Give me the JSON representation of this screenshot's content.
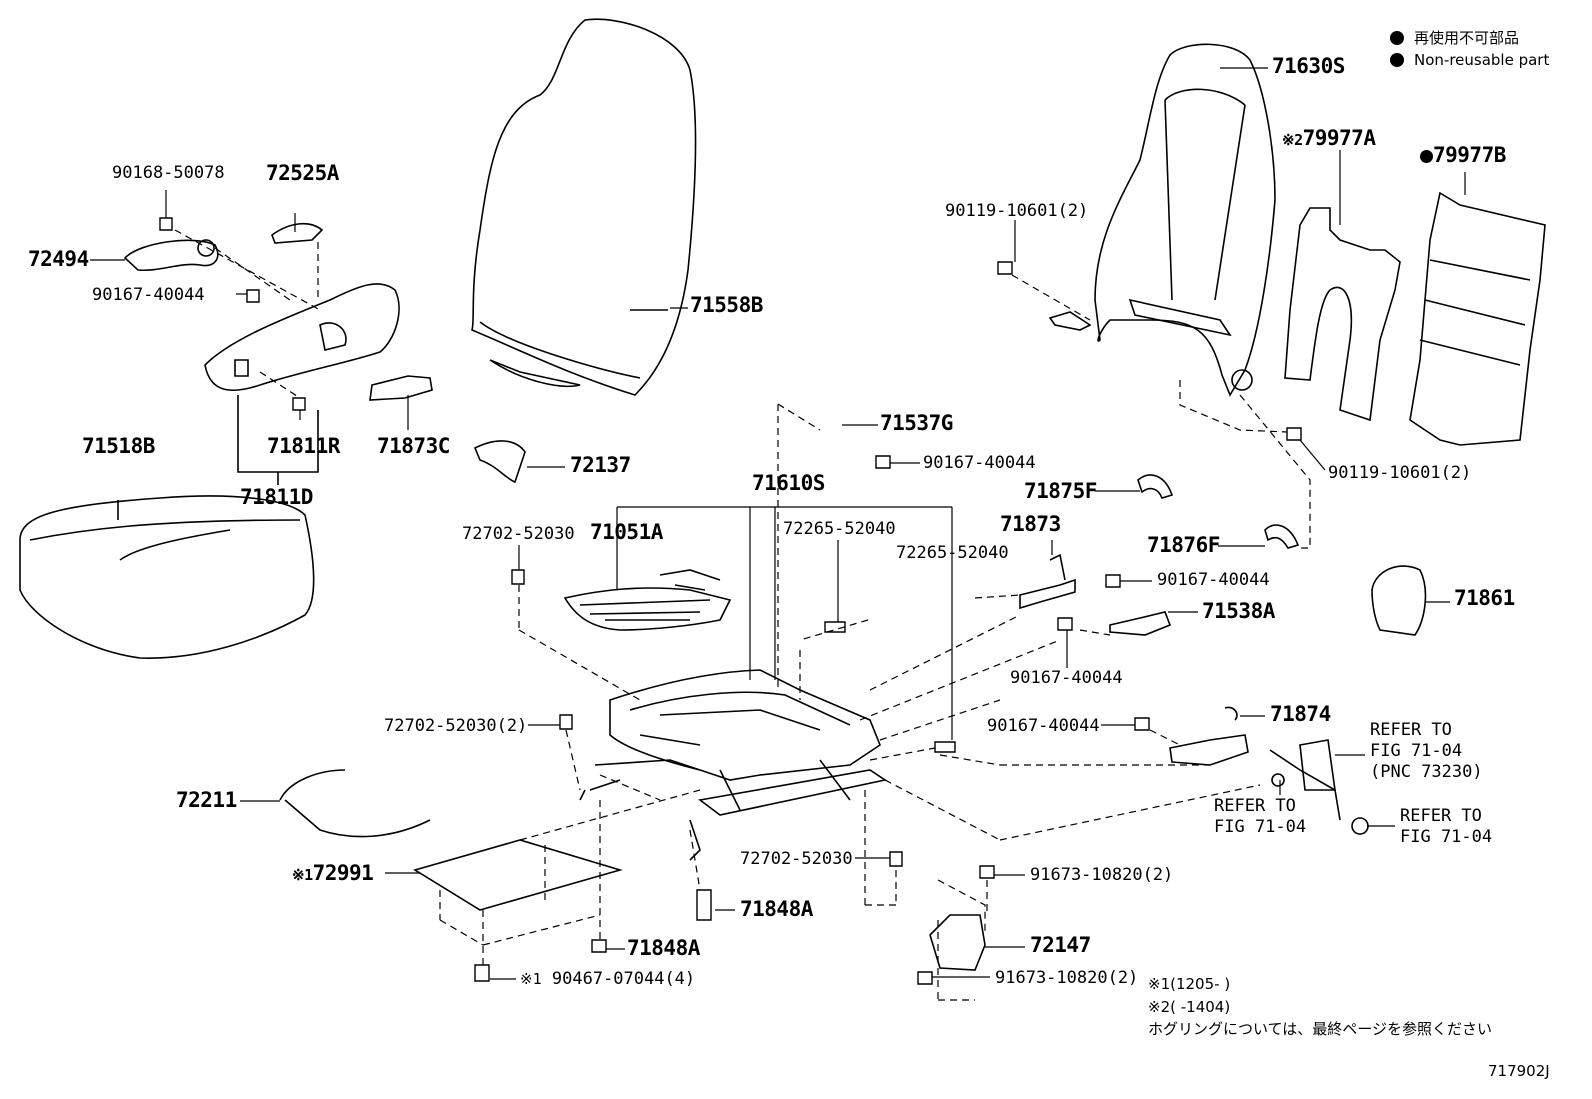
{
  "legend": {
    "row1": "再使用不可部品",
    "row2": "Non-reusable part"
  },
  "parts": {
    "p90168": "90168-50078",
    "p72525A": "72525A",
    "p72494": "72494",
    "p90167_a": "90167-40044",
    "p71811R": "71811R",
    "p71873C": "71873C",
    "p71811D": "71811D",
    "p71558B": "71558B",
    "p71630S": "71630S",
    "p79977A": "79977A",
    "p79977A_mark": "※2",
    "p79977B": "79977B",
    "p90119_a": "90119-10601(2)",
    "p90119_b": "90119-10601(2)",
    "p71537G": "71537G",
    "p90167_b": "90167-40044",
    "p72137": "72137",
    "p71518B": "71518B",
    "p71610S": "71610S",
    "p72702_a": "72702-52030",
    "p71051A": "71051A",
    "p72265_a": "72265-52040",
    "p72265_b": "72265-52040",
    "p71873": "71873",
    "p71875F": "71875F",
    "p71876F": "71876F",
    "p90167_c": "90167-40044",
    "p71538A": "71538A",
    "p71861": "71861",
    "p90167_d": "90167-40044",
    "p72702_b": "72702-52030(2)",
    "p90167_e": "90167-40044",
    "p71874": "71874",
    "p72211": "72211",
    "p72991": "72991",
    "p72991_mark": "※1",
    "p72702_c": "72702-52030",
    "p71848A_a": "71848A",
    "p71848A_b": "71848A",
    "p91673_a": "91673-10820(2)",
    "p72147": "72147",
    "p91673_b": "91673-10820(2)",
    "p90467": "90467-07044(4)",
    "p90467_mark": "※1"
  },
  "refs": {
    "refer1": "REFER TO\nFIG 71-04\n(PNC 73230)",
    "refer2": "REFER TO\nFIG 71-04",
    "refer3": "REFER TO\nFIG 71-04"
  },
  "notes": {
    "n1": "※1(1205-       )",
    "n2": "※2(       -1404)",
    "n3": "ホグリングについては、最終ページを参照ください"
  },
  "diagram_id": "717902J"
}
